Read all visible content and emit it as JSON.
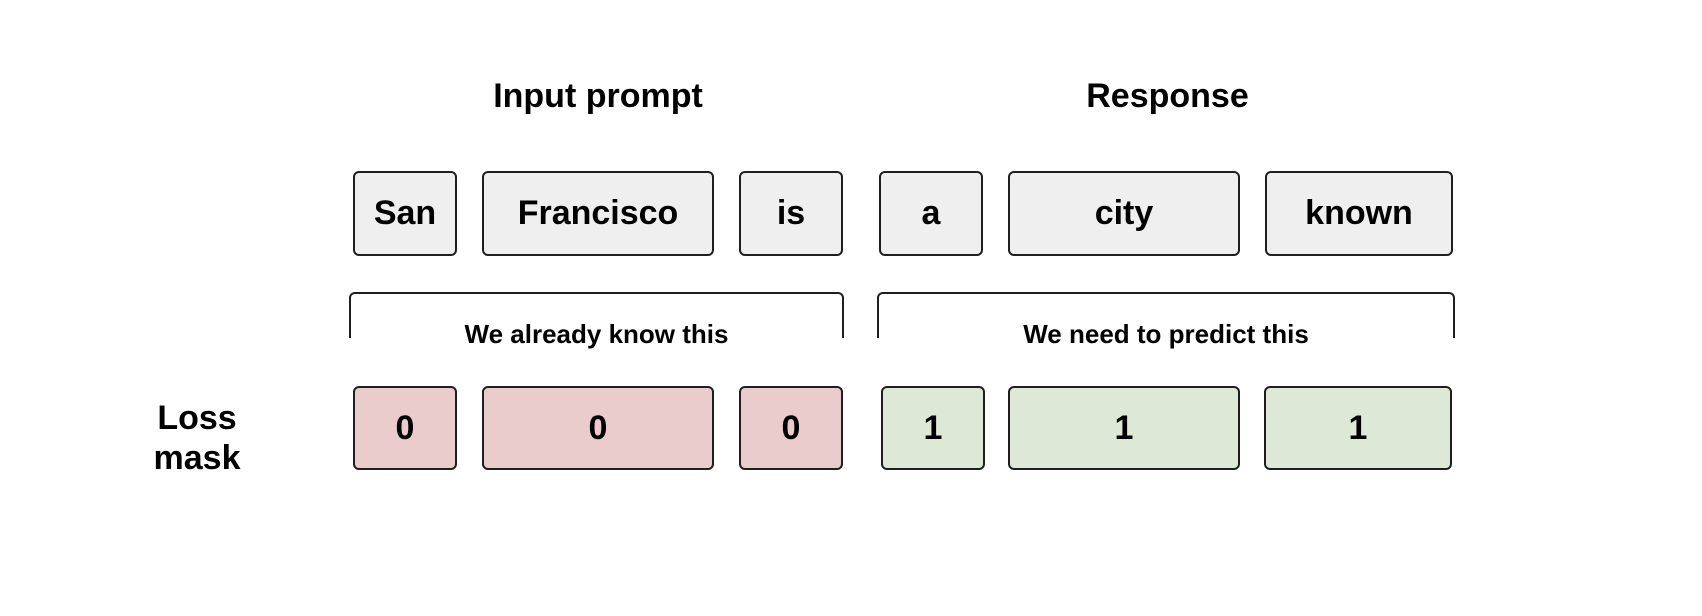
{
  "headings": {
    "input": "Input prompt",
    "response": "Response"
  },
  "tokens": [
    "San",
    "Francisco",
    "is",
    "a",
    "city",
    "known"
  ],
  "brackets": {
    "known": "We already know this",
    "predict": "We need to predict this"
  },
  "loss_mask": {
    "label_line1": "Loss",
    "label_line2": "mask",
    "values": [
      "0",
      "0",
      "0",
      "1",
      "1",
      "1"
    ]
  },
  "colors": {
    "token_fill": "#efefef",
    "mask_zero_fill": "#ebcccc",
    "mask_one_fill": "#dde9d6",
    "border": "#1f1f1f"
  }
}
